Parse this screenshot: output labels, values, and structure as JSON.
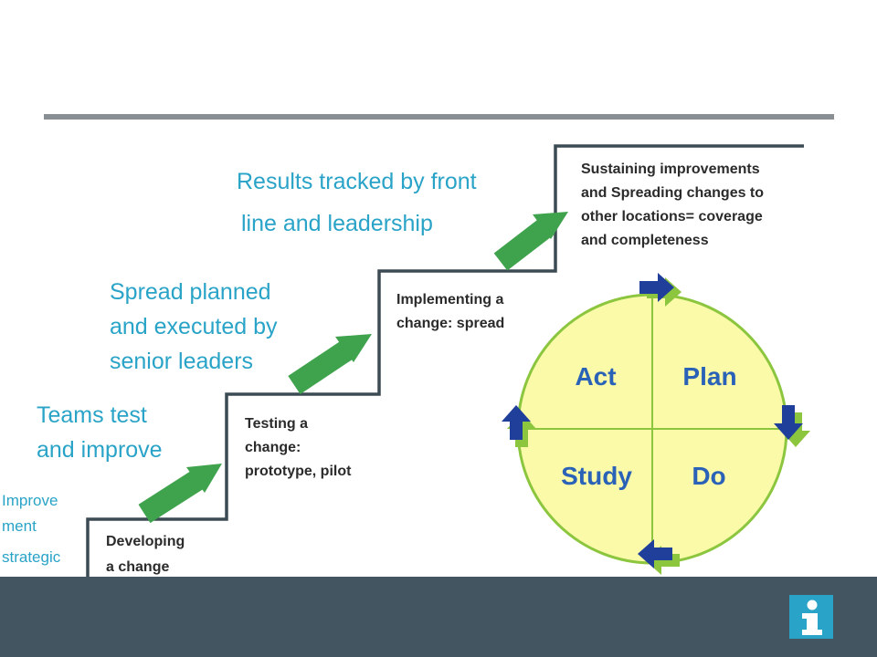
{
  "left_edge_text": [
    "Improve",
    "ment",
    "strategic"
  ],
  "leader_labels": {
    "teams": [
      "Teams test",
      "and improve"
    ],
    "spread": [
      "Spread planned",
      "and executed by",
      "senior leaders"
    ],
    "results": [
      "Results tracked by front",
      "line and leadership"
    ]
  },
  "steps": {
    "developing": [
      "Developing",
      "a change"
    ],
    "testing": [
      "Testing a",
      "change:",
      "prototype, pilot"
    ],
    "implementing": [
      "Implementing a",
      "change: spread"
    ],
    "sustaining": [
      "Sustaining  improvements",
      "and Spreading changes to",
      "other locations= coverage",
      "and completeness"
    ]
  },
  "pdsa": {
    "act": "Act",
    "plan": "Plan",
    "study": "Study",
    "do": "Do"
  },
  "colors": {
    "accent_teal": "#29a3c7",
    "step_text": "#2b2b2b",
    "arrow_green": "#3fa34d",
    "cycle_fill": "#fafaa8",
    "cycle_stroke": "#8cc63f",
    "cycle_arrow": "#1f3f9a",
    "footer": "#435560",
    "divider": "#8a8f94"
  },
  "icons": [
    "info-icon",
    "arrow-up-right-icon",
    "arrow-right-icon",
    "arrow-down-icon",
    "arrow-left-icon",
    "arrow-up-icon"
  ]
}
